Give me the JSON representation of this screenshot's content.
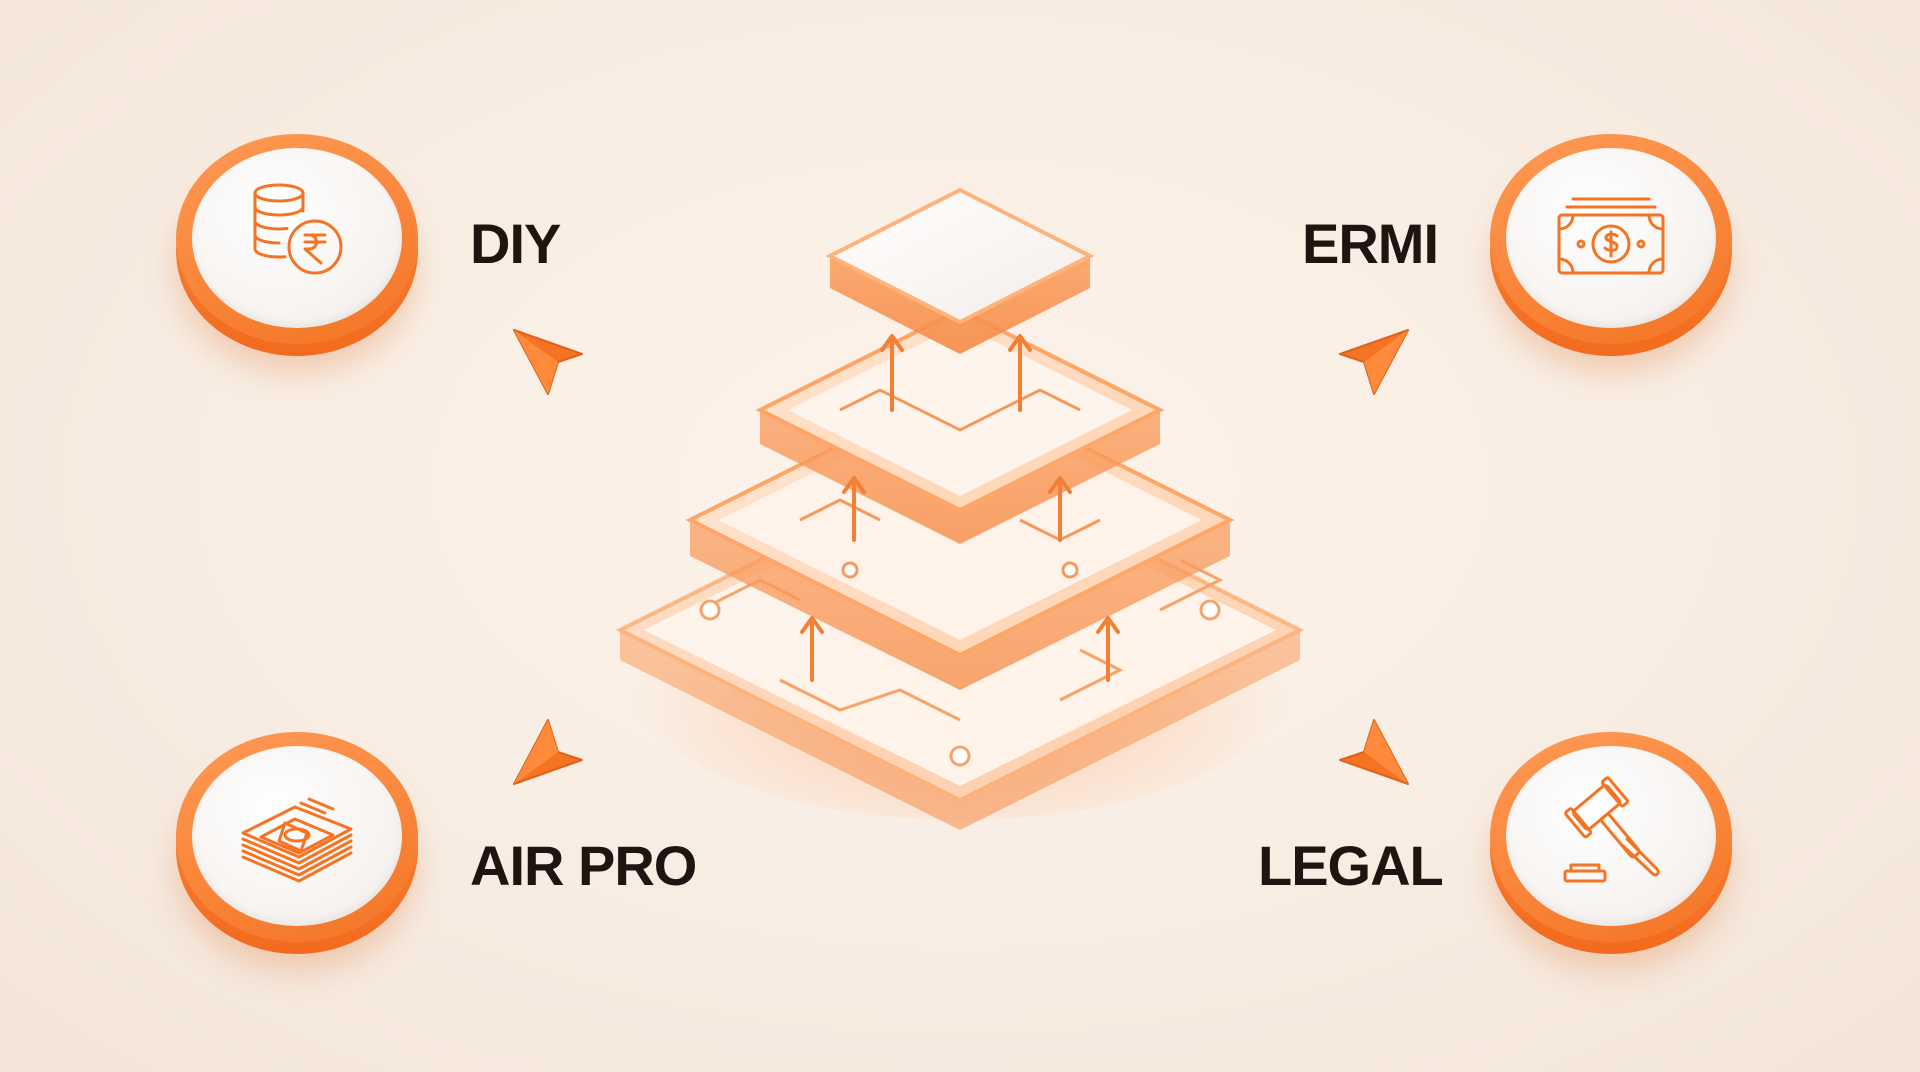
{
  "title": "",
  "nodes": [
    {
      "id": "diy",
      "label": "DIY",
      "icon": "coins-rupee-icon"
    },
    {
      "id": "ermi",
      "label": "ERMI",
      "icon": "dollar-bill-icon"
    },
    {
      "id": "airpro",
      "label": "AIR PRO",
      "icon": "money-stack-icon"
    },
    {
      "id": "legal",
      "label": "LEGAL",
      "icon": "gavel-icon"
    }
  ],
  "center": {
    "icon": "layered-stack-icon"
  },
  "colors": {
    "accent": "#f47424",
    "accent_light": "#ff9a55",
    "text": "#1f1410",
    "background": "#f8ede3",
    "badge_face": "#f6f2ef"
  }
}
